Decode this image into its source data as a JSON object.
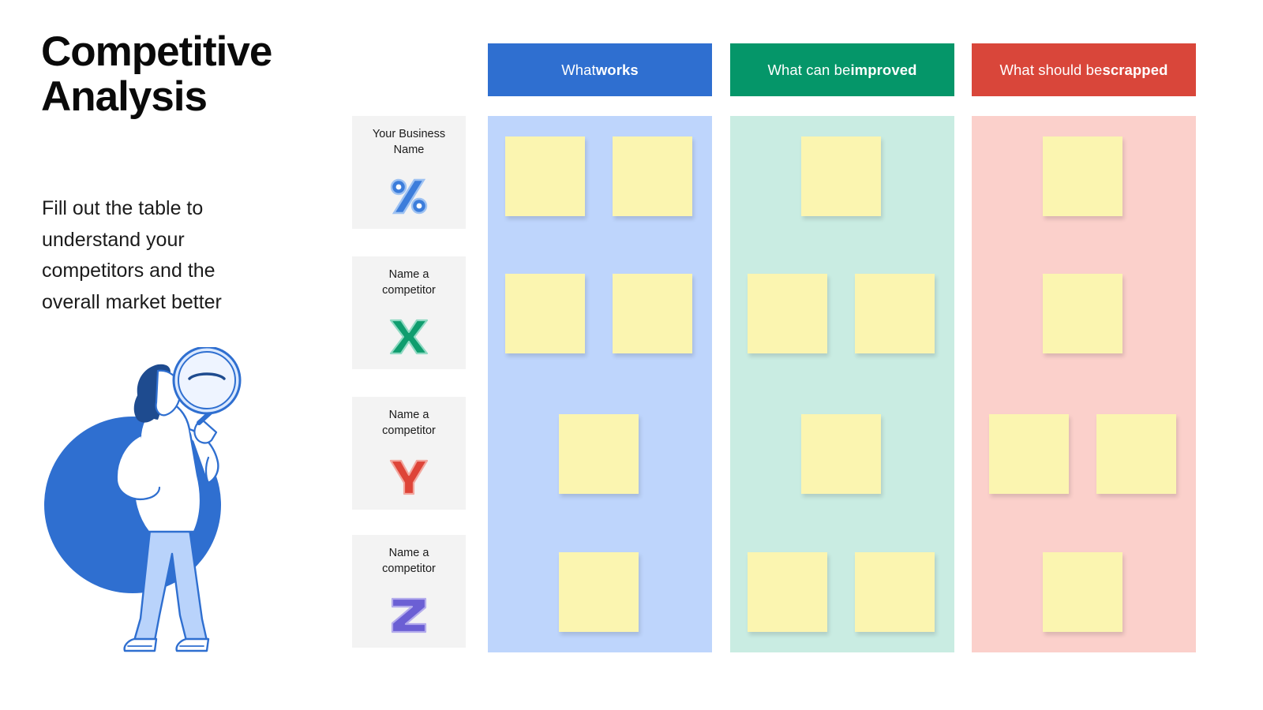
{
  "left": {
    "title": "Competitive Analysis",
    "subtitle": "Fill out the table to understand your competitors and the overall market better",
    "illustration_name": "woman-with-magnifying-glass-illustration",
    "illustration_colors": {
      "circle": "#2f6fd0",
      "pants": "#b9d3fb",
      "hair": "#1e4b8f",
      "outline": "#2f6fd0"
    }
  },
  "row_labels": [
    {
      "label": "Your Business Name",
      "glyph": "%",
      "glyph_name": "percent-glyph",
      "color": "#3c7ddb"
    },
    {
      "label": "Name a competitor",
      "glyph": "X",
      "glyph_name": "letter-x-glyph",
      "color": "#0f9d6e"
    },
    {
      "label": "Name a competitor",
      "glyph": "Y",
      "glyph_name": "letter-y-glyph",
      "color": "#de4438"
    },
    {
      "label": "Name a competitor",
      "glyph": "Z",
      "glyph_name": "letter-z-glyph",
      "color": "#6b5fd4"
    }
  ],
  "columns": [
    {
      "header_prefix": "What ",
      "header_strong": "works",
      "header_color": "#2f6fd0",
      "body_color": "#bed5fc",
      "note_color": "#fbf5b0",
      "cells": [
        {
          "notes": [
            "left",
            "right"
          ]
        },
        {
          "notes": [
            "left",
            "right"
          ]
        },
        {
          "notes": [
            "center"
          ]
        },
        {
          "notes": [
            "center"
          ]
        }
      ]
    },
    {
      "header_prefix": "What can be ",
      "header_strong": "improved",
      "header_color": "#059669",
      "body_color": "#c9ece2",
      "note_color": "#fbf5b0",
      "cells": [
        {
          "notes": [
            "center"
          ]
        },
        {
          "notes": [
            "left",
            "right"
          ]
        },
        {
          "notes": [
            "center"
          ]
        },
        {
          "notes": [
            "left",
            "right"
          ]
        }
      ]
    },
    {
      "header_prefix": "What should be ",
      "header_strong": "scrapped",
      "header_color": "#d9463a",
      "body_color": "#fbd0cb",
      "note_color": "#fbf5b0",
      "cells": [
        {
          "notes": [
            "center"
          ]
        },
        {
          "notes": [
            "center"
          ]
        },
        {
          "notes": [
            "left",
            "right"
          ]
        },
        {
          "notes": [
            "center"
          ]
        }
      ]
    }
  ]
}
